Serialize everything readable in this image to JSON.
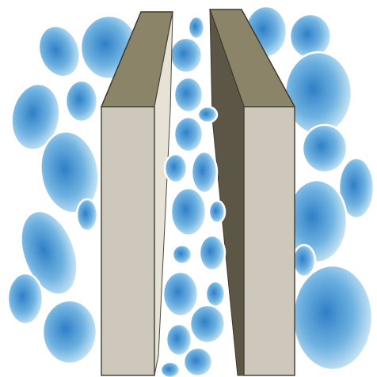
{
  "scene": {
    "subject": "droplets-between-two-walls",
    "colors": {
      "background": "#ffffff",
      "droplet_core": "#2f7fc7",
      "droplet_mid": "#6fb2e0",
      "droplet_edge": "#d6ecf8",
      "droplet_outline": "#ffffff",
      "wall_top": "#8b8469",
      "wall_top_stroke": "#3f3a2c",
      "wall_front": "#cdc8bb",
      "wall_front_stroke": "#4a463c",
      "wall_inner_left": "#e6e2d6",
      "wall_inner_right": "#5b5645"
    },
    "objects": {
      "left_wall": "left-wall",
      "right_wall": "right-wall",
      "droplets": "water-droplet"
    }
  }
}
